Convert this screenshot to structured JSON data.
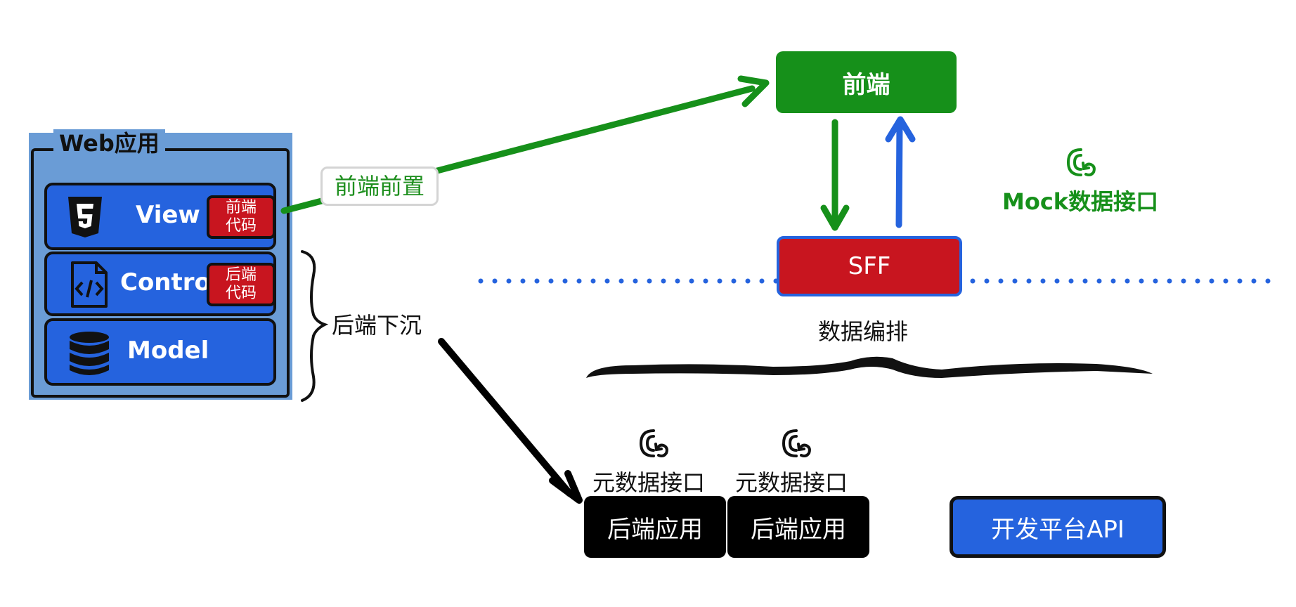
{
  "web_app": {
    "title": "Web应用",
    "layers": [
      {
        "label": "View",
        "icon": "html5-icon",
        "tag": [
          "前端",
          "代码"
        ]
      },
      {
        "label": "Control",
        "icon": "code-file-icon",
        "tag": [
          "后端",
          "代码"
        ]
      },
      {
        "label": "Model",
        "icon": "database-icon"
      }
    ]
  },
  "frontend_shift_label": "前端前置",
  "backend_sink_label": "后端下沉",
  "frontend_box": "前端",
  "sff_box": "SFF",
  "orchestration_label": "数据编排",
  "mock_api_label": "Mock数据接口",
  "metadata_api_labels": [
    "元数据接口",
    "元数据接口"
  ],
  "backend_apps": [
    "后端应用",
    "后端应用"
  ],
  "platform_api": "开发平台API",
  "colors": {
    "green": "#16901a",
    "blue": "#2563de",
    "red": "#c8151f",
    "black": "#000000",
    "light_blue_bg": "#6a9cd6"
  }
}
